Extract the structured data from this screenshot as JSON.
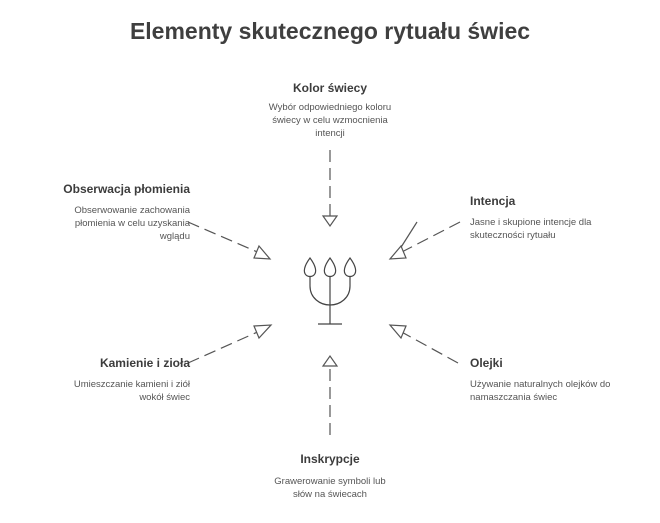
{
  "title": "Elementy skutecznego rytuału świec",
  "center_icon": "candelabra-icon",
  "nodes": {
    "kolor": {
      "title": "Kolor świecy",
      "desc": "Wybór odpowiedniego koloru świecy w celu wzmocnienia intencji"
    },
    "obserwacja": {
      "title": "Obserwacja płomienia",
      "desc": "Obserwowanie zachowania płomienia w celu uzyskania wglądu"
    },
    "intencja": {
      "title": "Intencja",
      "desc": "Jasne i skupione intencje dla skuteczności rytuału"
    },
    "kamienie": {
      "title": "Kamienie i zioła",
      "desc": "Umieszczanie kamieni i ziół wokół świec"
    },
    "olejki": {
      "title": "Olejki",
      "desc": "Używanie naturalnych olejków do namaszczania świec"
    },
    "inskrypcje": {
      "title": "Inskrypcje",
      "desc": "Grawerowanie symboli lub słów na świecach"
    }
  }
}
